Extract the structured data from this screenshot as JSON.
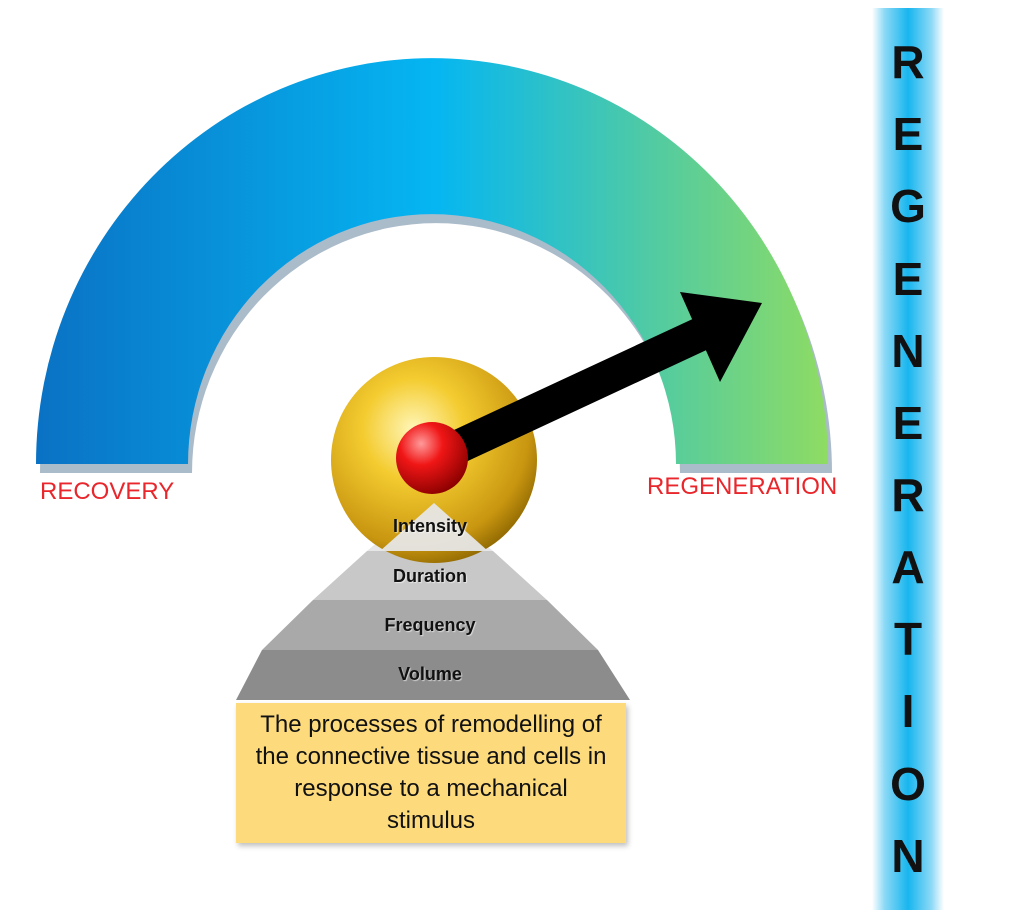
{
  "gauge": {
    "left_label": "RECOVERY",
    "right_label": "REGENERATION",
    "arc_colors": [
      "#0a72c4",
      "#05b6f2",
      "#8fdc62"
    ],
    "needle_color": "#000000",
    "hub_color": "#f0c020",
    "pivot_color": "#e01010"
  },
  "pyramid": {
    "levels": [
      "Intensity",
      "Duration",
      "Frequency",
      "Volume"
    ],
    "colors": [
      "#e6e6e6",
      "#c8c8c8",
      "#a9a9a9",
      "#8c8c8c"
    ]
  },
  "definition": {
    "text": "The processes of remodelling of the connective tissue and cells in response to a mechanical stimulus",
    "background": "#fddb7d"
  },
  "banner": {
    "letters": [
      "R",
      "E",
      "G",
      "E",
      "N",
      "E",
      "R",
      "A",
      "T",
      "I",
      "O",
      "N"
    ],
    "color": "#18b6ee"
  }
}
